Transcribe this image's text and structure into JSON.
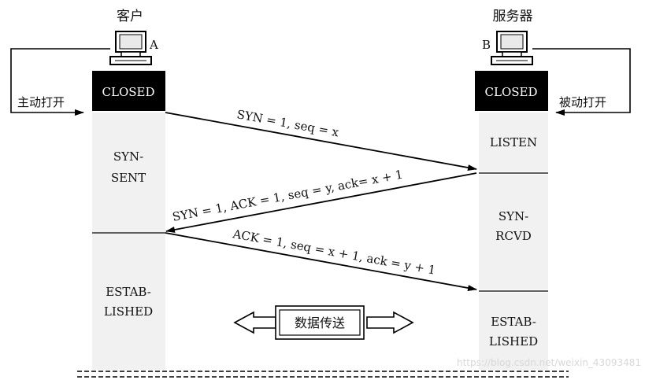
{
  "client": {
    "title": "客户",
    "label": "A",
    "active_open": "主动打开",
    "states": {
      "closed": "CLOSED",
      "syn_sent_1": "SYN-",
      "syn_sent_2": "SENT",
      "established_1": "ESTAB-",
      "established_2": "LISHED"
    }
  },
  "server": {
    "title": "服务器",
    "label": "B",
    "passive_open": "被动打开",
    "states": {
      "closed": "CLOSED",
      "listen": "LISTEN",
      "syn_rcvd_1": "SYN-",
      "syn_rcvd_2": "RCVD",
      "established_1": "ESTAB-",
      "established_2": "LISHED"
    }
  },
  "messages": {
    "m1": "SYN = 1, seq = x",
    "m2": "SYN = 1, ACK = 1, seq = y, ack= x + 1",
    "m3": "ACK = 1, seq = x + 1, ack = y + 1"
  },
  "data_transfer": "数据传送",
  "watermark": "https://blog.csdn.net/weixin_43093481",
  "colors": {
    "state_fill": "#f1f1f1",
    "closed_fill": "#000000",
    "line": "#000000"
  }
}
